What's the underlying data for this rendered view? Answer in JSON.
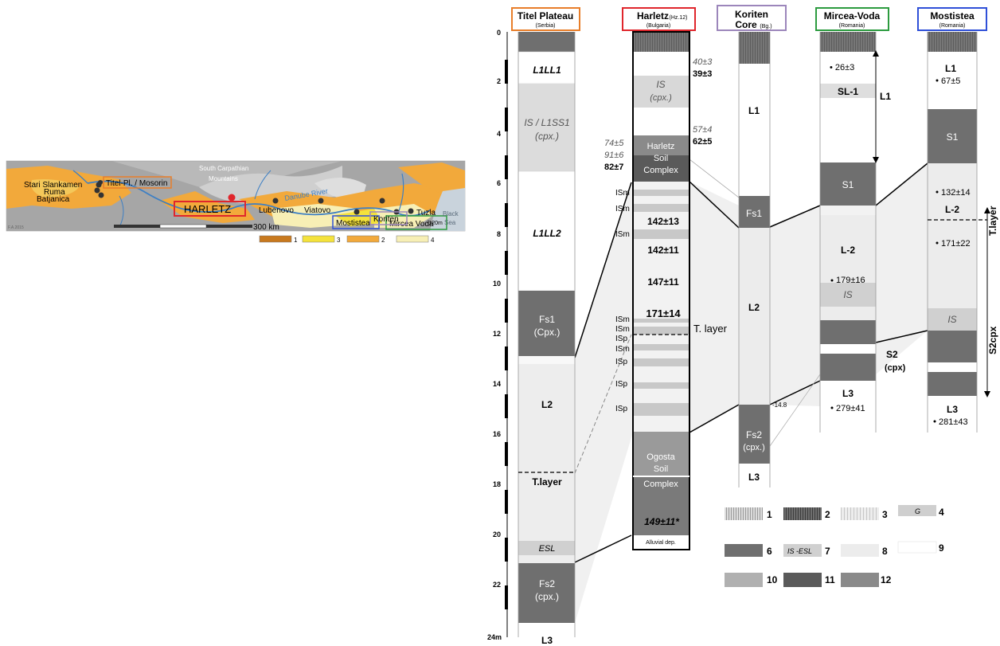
{
  "map": {
    "places": {
      "stari": "Stari Slankamen",
      "ruma": "Ruma",
      "batjanica": "Batjanica",
      "titel": "Titel-Pl. / Mosorin",
      "south_carp_1": "South Carpathian",
      "south_carp_2": "Mountains",
      "harletz": "HARLETZ",
      "lubenovo": "Lubenovo",
      "viatovo": "Viatovo",
      "mostistea": "Mostistea",
      "mircea": "Mircea Voda",
      "tuzla": "Tuzla",
      "koriten": "Koriten",
      "danube": "Danube River",
      "depth": "-120m",
      "black_sea_1": "Black",
      "black_sea_2": "Sea",
      "scale": "300 km"
    },
    "legend": [
      {
        "n": "1",
        "color": "#c8791e"
      },
      {
        "n": "3",
        "color": "#f4e23c"
      },
      {
        "n": "2",
        "color": "#f2a93b"
      },
      {
        "n": "4",
        "color": "#f7efb5"
      }
    ]
  },
  "depth_axis": [
    "0",
    "2",
    "4",
    "6",
    "8",
    "10",
    "12",
    "14",
    "16",
    "18",
    "20",
    "22",
    "24m"
  ],
  "columns": {
    "titel": {
      "title": "Titel Plateau",
      "sub": "(Serbia)",
      "border": "#e87e2a"
    },
    "harletz": {
      "title": "Harletz",
      "title_sm": "(Hz.12)",
      "sub": "(Bulgaria)",
      "border": "#e0262c"
    },
    "koriten": {
      "title": "Koriten",
      "title2": "Core",
      "title2_sm": "(Bg.)",
      "border": "#9c86bb"
    },
    "mircea": {
      "title": "Mircea-Voda",
      "sub": "(Romania)",
      "border": "#2c9b3f"
    },
    "mostistea": {
      "title": "Mostistea",
      "sub": "(Romania)",
      "border": "#2f50d8"
    }
  },
  "titel_labels": {
    "l1ll1": "L1LL1",
    "is_l1ss1": "IS / L1SS1",
    "cpx": "(cpx.)",
    "l1ll2": "L1LL2",
    "fs1": "Fs1",
    "fs1_cpx": "(Cpx.)",
    "l2": "L2",
    "tlayer": "T.layer",
    "esl": "ESL",
    "fs2": "Fs2",
    "fs2_cpx": "(cpx.)",
    "l3": "L3"
  },
  "harletz_labels": {
    "is": "IS",
    "cpx": "(cpx.)",
    "soil1": "Harletz",
    "soil2": "Soil",
    "soil3": "Complex",
    "d1": "142±13",
    "d2": "142±11",
    "d3": "147±11",
    "d4": "171±14",
    "ogosta1": "Ogosta",
    "ogosta2": "Soil",
    "ogosta3": "Complex",
    "d5": "149±11*",
    "alluvial": "Alluvial dep.",
    "tlayer": "T. layer",
    "left_dates": [
      "74±5",
      "91±6",
      "82±7"
    ],
    "right_dates": [
      "40±3",
      "39±3",
      "57±4",
      "62±5"
    ],
    "side_tags": [
      "ISm",
      "ISm",
      "ISm",
      "ISm",
      "ISm",
      "ISp",
      "ISm",
      "ISp",
      "ISp",
      "ISp"
    ]
  },
  "koriten_labels": {
    "l1": "L1",
    "fs1": "Fs1",
    "l2": "L2",
    "depth": "-14.8",
    "fs2": "Fs2",
    "fs2_cpx": "(cpx.)",
    "l3": "L3"
  },
  "mircea_labels": {
    "d1": "26±3",
    "sl1": "SL-1",
    "l1": "L1",
    "s1": "S1",
    "l2": "L-2",
    "d2": "179±16",
    "is": "IS",
    "s2": "S2",
    "s2_cpx": "(cpx)",
    "l3": "L3",
    "d3": "279±41"
  },
  "mostistea_labels": {
    "l1": "L1",
    "d1": "67±5",
    "s1": "S1",
    "d2": "132±14",
    "l2": "L-2",
    "tlayer": "T.layer",
    "d3": "171±22",
    "is": "IS",
    "s2cpx": "S2cpx",
    "l3": "L3",
    "d4": "281±43"
  },
  "legend": {
    "items": [
      {
        "n": "1",
        "pattern": "vl"
      },
      {
        "n": "2",
        "pattern": "vd"
      },
      {
        "n": "3",
        "pattern": "vvl"
      },
      {
        "n": "4",
        "pattern": "g",
        "text": "G"
      },
      {
        "n": "6",
        "pattern": "s6"
      },
      {
        "n": "7",
        "pattern": "s7",
        "text": "IS -ESL"
      },
      {
        "n": "8",
        "pattern": "s8"
      },
      {
        "n": "9",
        "pattern": "s9"
      },
      {
        "n": "10",
        "pattern": "s10"
      },
      {
        "n": "11",
        "pattern": "s11"
      },
      {
        "n": "12",
        "pattern": "s12"
      }
    ]
  }
}
